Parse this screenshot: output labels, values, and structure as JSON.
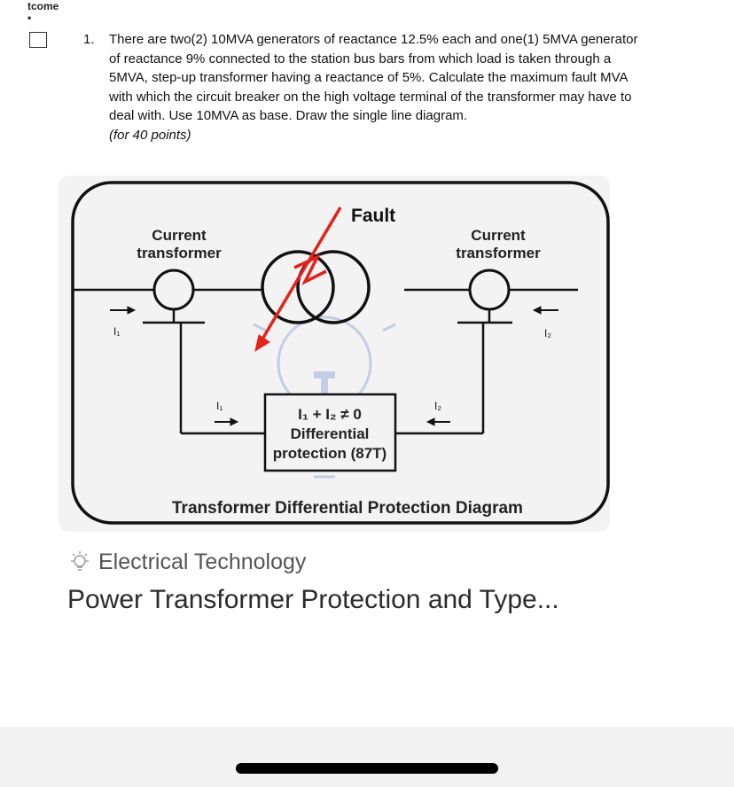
{
  "app": {
    "corner_label": "tcome"
  },
  "question": {
    "number": "1.",
    "lines": [
      "There are two(2) 10MVA generators of reactance 12.5% each and one(1) 5MVA generator",
      "of reactance 9% connected to the station bus bars from which load is taken through a",
      "5MVA, step-up transformer having a reactance of 5%. Calculate the maximum fault MVA",
      "with which the circuit breaker on the high voltage terminal of the transformer may have to",
      "deal with. Use 10MVA as base. Draw the single line diagram."
    ],
    "points": "(for 40 points)"
  },
  "diagram": {
    "fault_label": "Fault",
    "ct_left_line1": "Current",
    "ct_left_line2": "transformer",
    "ct_right_line1": "Current",
    "ct_right_line2": "transformer",
    "i1_label": "I₁",
    "i2_label": "I₂",
    "relay_line1": "I₁ + I₂ ≠ 0",
    "relay_line2": "Differential",
    "relay_line3": "protection (87T)",
    "caption": "Transformer Differential Protection Diagram",
    "colors": {
      "fault_arrow": "#e2231a",
      "line": "#111111",
      "watermark": "#b9c4e3"
    }
  },
  "search_result": {
    "source": "Electrical Technology",
    "title": "Power Transformer Protection and Type..."
  }
}
